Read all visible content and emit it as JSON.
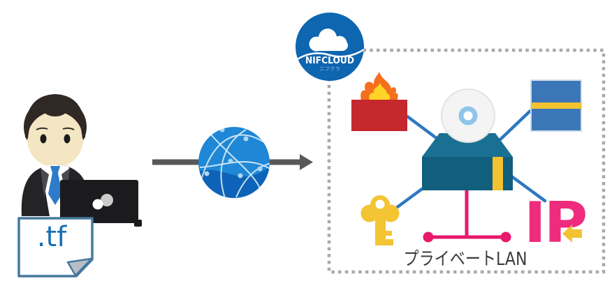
{
  "diagram": {
    "tf_file": {
      "label": ".tf"
    },
    "nifcloud_badge": {
      "title": "NIFCLOUD",
      "subtitle": "ニフクラ"
    },
    "private_lan": {
      "label": "プライベートLAN",
      "ip_label": "IP"
    },
    "icons": [
      "engineer-figure",
      "laptop",
      "tf-file-icon",
      "flow-arrow",
      "internet-globe-icon",
      "nifcloud-badge",
      "private-lan-boundary",
      "firewall-icon",
      "storage-icon",
      "server-icon",
      "disc-icon",
      "key-icon",
      "lan-icon",
      "ip-address-icon",
      "left-arrow-icon"
    ],
    "colors": {
      "nifcloud_blue": "#0e65b0",
      "nifcloud_subtitle_blue": "#8fbede",
      "globe_blue": "#1f87d6",
      "globe_dark_blue": "#0d63b7",
      "globe_line": "#e9f4fc",
      "globe_node": "#aed7f2",
      "connector_blue": "#2e78c3",
      "firewall_red": "#c5282d",
      "flame_orange": "#f4701d",
      "flame_yellow": "#ffd427",
      "storage_blue": "#3b76b8",
      "server_teal_top": "#1a7092",
      "server_teal_front": "#115e7e",
      "accent_yellow": "#f2c230",
      "disc_gray": "#f4f4f4",
      "disc_ring_blue": "#8fc5ea",
      "key_gold": "#f3c433",
      "lan_pink": "#e9196b",
      "ip_pink": "#ee2b7c",
      "arrow_gray": "#58585a",
      "border_gray": "#a9a9a9",
      "tf_blue": "#1a6fb5",
      "tf_border_blue": "#45799f",
      "label_gray": "#3b3b3b",
      "suit_black": "#242426",
      "hair_dark": "#2f2824",
      "face_beige": "#f4e6c3",
      "tie_blue": "#2e7cc9",
      "laptop_black": "#1b1b1d",
      "fold_gray": "#b9bec6"
    }
  }
}
